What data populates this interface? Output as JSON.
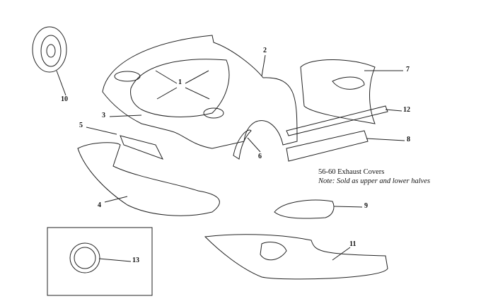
{
  "labels": [
    "1",
    "2",
    "3",
    "4",
    "5",
    "6",
    "7",
    "8",
    "9",
    "10",
    "11",
    "12",
    "13"
  ],
  "note": {
    "title": "56-60 Exhaust Covers",
    "text": "Note:  Sold as upper and lower halves"
  },
  "colors": {
    "line": "#222222",
    "background": "#ffffff"
  }
}
